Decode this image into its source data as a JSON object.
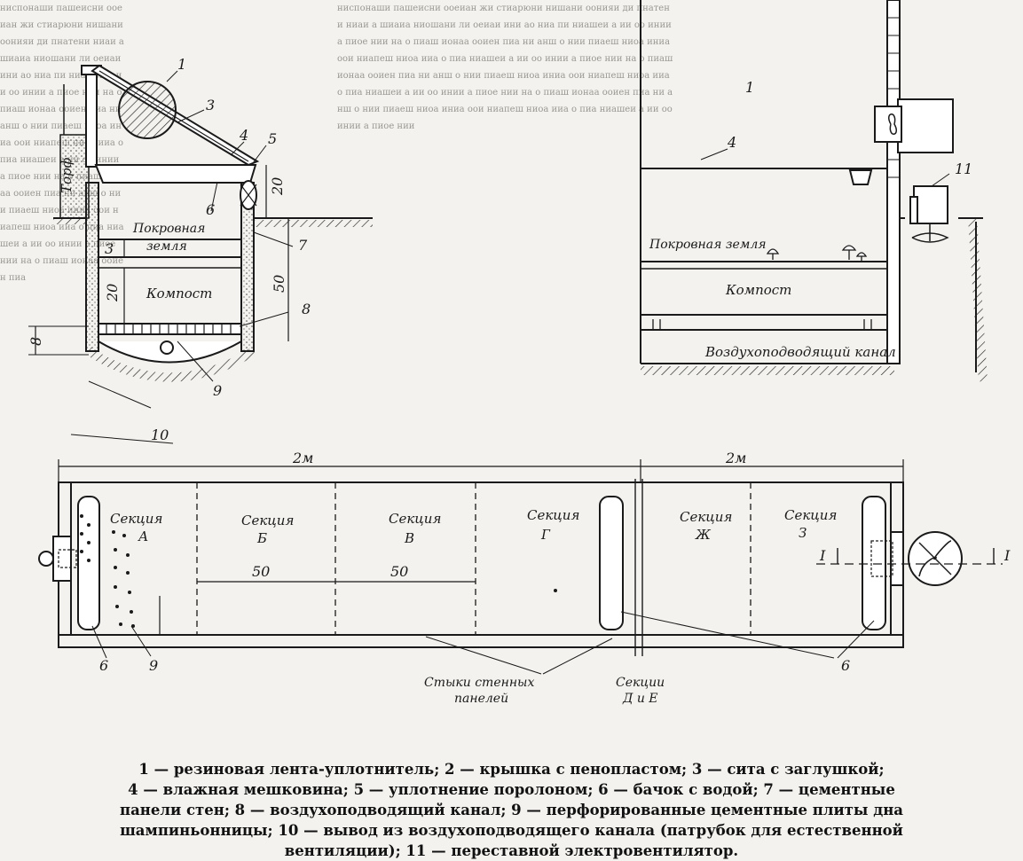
{
  "section_view": {
    "labels": {
      "cover_soil": "Покровная земля",
      "compost": "Компост",
      "peat": "Торф",
      "dim_20_top": "20",
      "dim_3": "3",
      "dim_20": "20",
      "dim_50": "50",
      "dim_8": "8"
    },
    "callouts": [
      "1",
      "3",
      "4",
      "5",
      "6",
      "7",
      "8",
      "9"
    ]
  },
  "side_view": {
    "labels": {
      "cover_soil": "Покровная земля",
      "compost": "Компост",
      "air_channel": "Воздухоподводящий канал"
    },
    "callouts": [
      "1",
      "4",
      "11"
    ]
  },
  "plan_view": {
    "dims": {
      "left_2m": "2м",
      "right_2m": "2м",
      "dim_50_a": "50",
      "dim_50_b": "50"
    },
    "sections": [
      {
        "word": "Секция",
        "letter": "А"
      },
      {
        "word": "Секция",
        "letter": "Б"
      },
      {
        "word": "Секция",
        "letter": "В"
      },
      {
        "word": "Секция",
        "letter": "Г"
      },
      {
        "word": "Секция",
        "letter": "Ж"
      },
      {
        "word": "Секция",
        "letter": "З"
      }
    ],
    "cut_mark": "I",
    "joints_label": [
      "Стыки стенных",
      "панелей"
    ],
    "sections_de": [
      "Секции",
      "Д и Е"
    ],
    "callouts": [
      "10",
      "6",
      "9",
      "6"
    ]
  },
  "caption": {
    "lines": [
      "1 — резиновая лента-уплотнитель; 2 — крышка с пенопластом; 3 — сита с заглушкой;",
      "4 — влажная мешковина; 5 — уплотнение поролоном; 6 — бачок с водой; 7 — цементные",
      "панели стен; 8 — воздухоподводящий канал; 9 — перфорированные цементные плиты дна",
      "шампиньонницы; 10 — вывод из воздухоподводящего канала (патрубок для естественной",
      "вентиляции); 11 — переставной электровентилятор."
    ]
  }
}
